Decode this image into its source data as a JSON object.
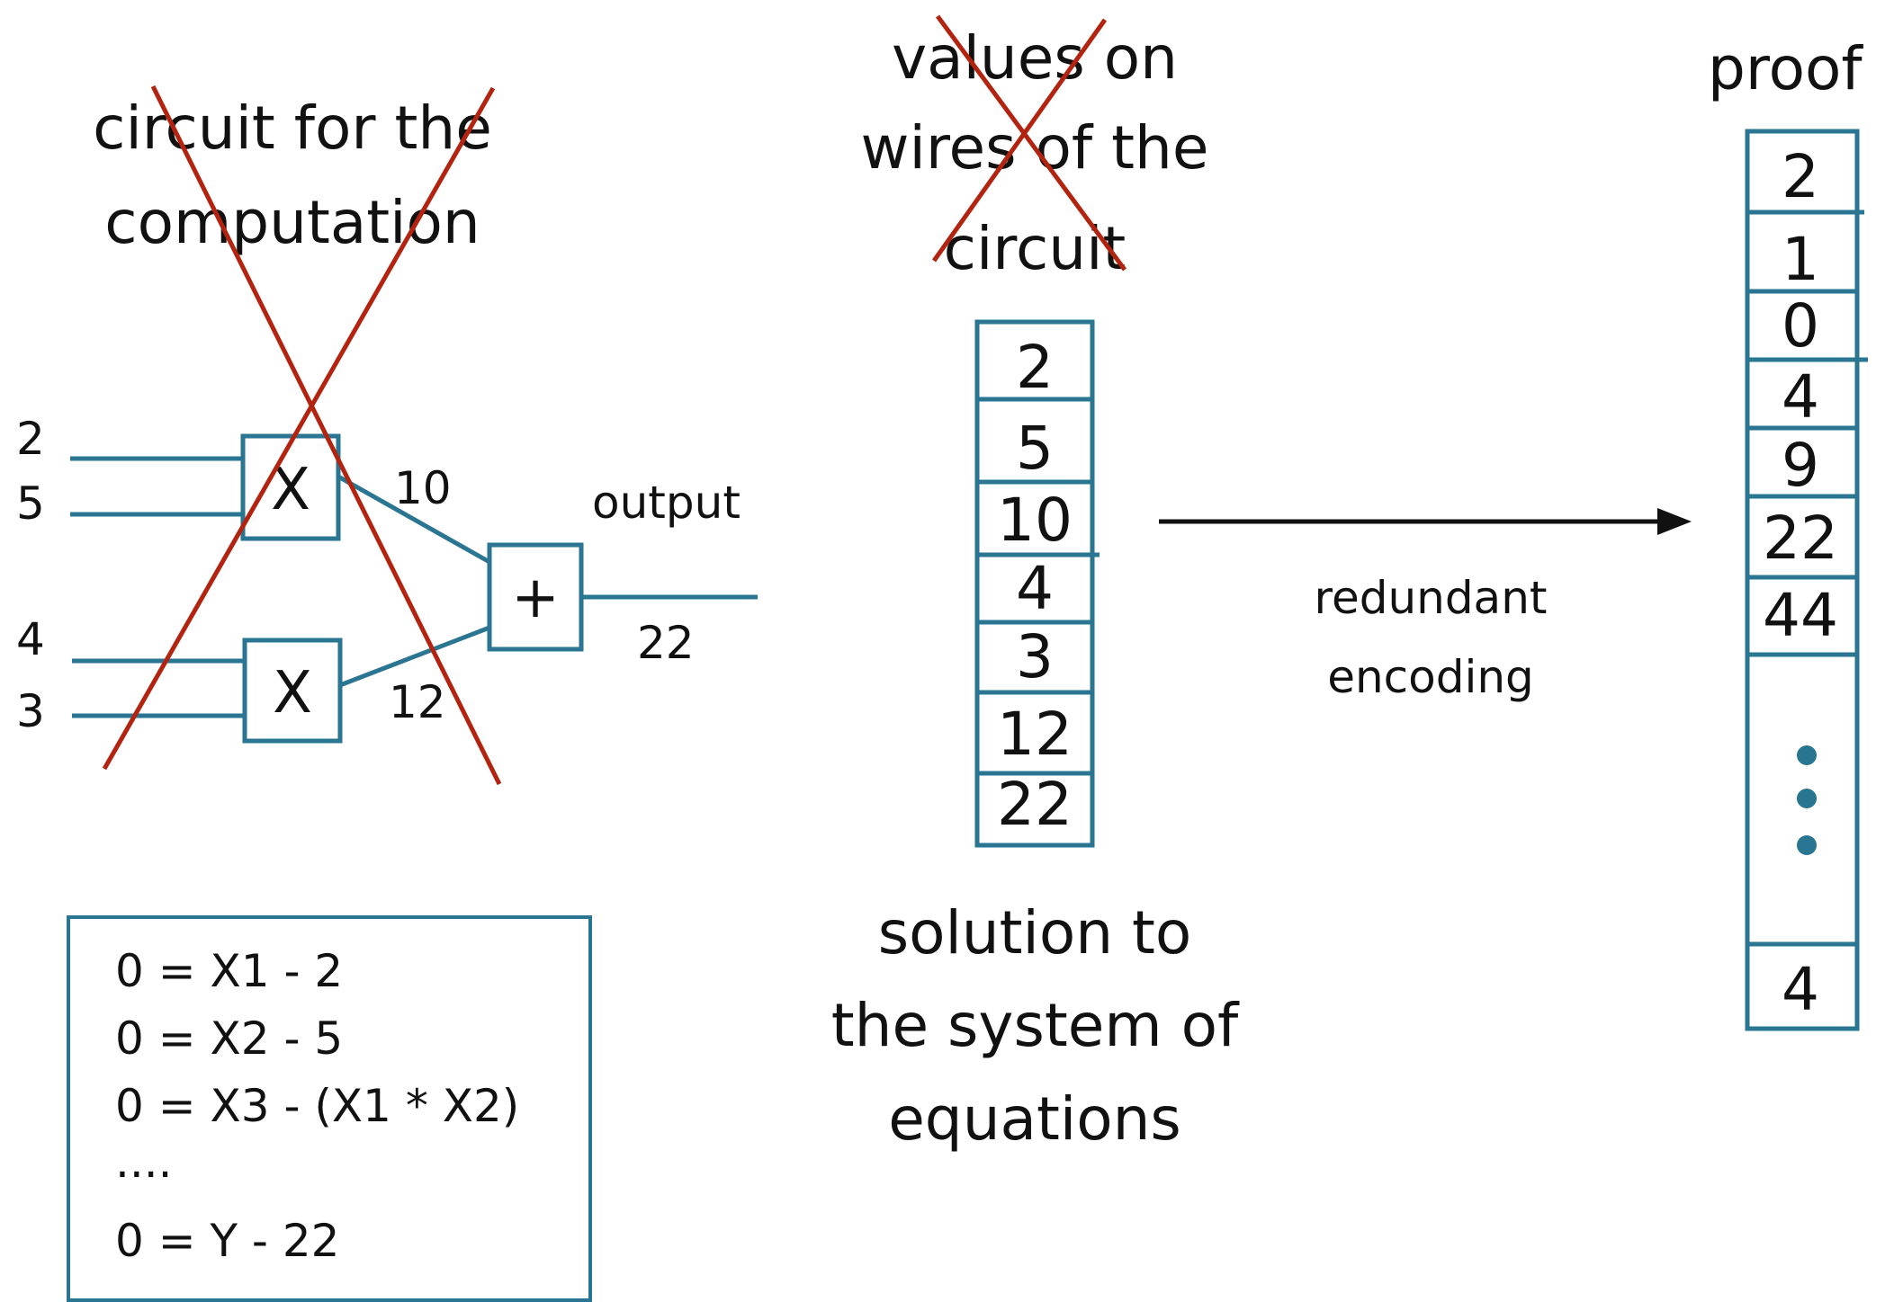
{
  "circuit": {
    "title_lines": [
      "circuit for the",
      "computation"
    ],
    "inputs": [
      "2",
      "5",
      "4",
      "3"
    ],
    "gates": [
      "X",
      "X",
      "+"
    ],
    "wire_values": [
      "10",
      "12"
    ],
    "output_label": "output",
    "output_value": "22"
  },
  "wire_values_title": [
    "values on",
    "wires of the",
    "circuit"
  ],
  "solution": {
    "cells": [
      "2",
      "5",
      "10",
      "4",
      "3",
      "12",
      "22"
    ],
    "caption_lines": [
      "solution to",
      "the system of",
      "equations"
    ]
  },
  "encoding_label_lines": [
    "redundant",
    "encoding"
  ],
  "proof": {
    "title": "proof",
    "cells": [
      "2",
      "1",
      "0",
      "4",
      "9",
      "22",
      "44"
    ],
    "last_cell": "4"
  },
  "equations": [
    "0 = X1 - 2",
    "0 = X2 - 5",
    "0 = X3 - (X1 * X2)",
    "....",
    "0 = Y - 22"
  ],
  "colors": {
    "teal": "#2a7591",
    "red": "#b32410",
    "black": "#111111"
  }
}
